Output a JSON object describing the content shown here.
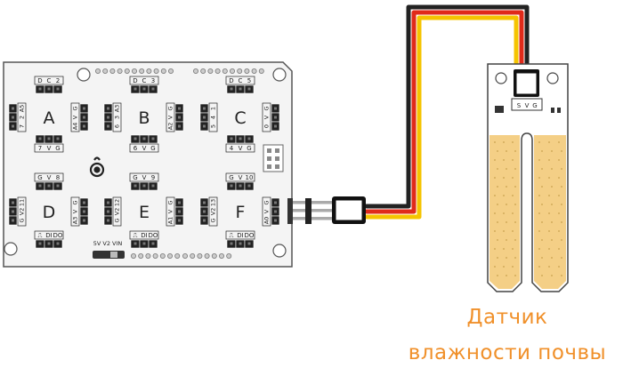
{
  "board": {
    "sections": [
      {
        "letter": "A",
        "top_header": [
          "D",
          "C",
          "2"
        ],
        "left_header": [
          "7",
          "2",
          "A5"
        ],
        "right_header": [
          "A4",
          "V",
          "G"
        ],
        "mid_header": [
          "7",
          "V",
          "G"
        ]
      },
      {
        "letter": "B",
        "top_header": [
          "D",
          "C",
          "3"
        ],
        "left_header": [
          "6",
          "3",
          "A3"
        ],
        "right_header": [
          "A2",
          "V",
          "G"
        ],
        "mid_header": [
          "6",
          "V",
          "G"
        ]
      },
      {
        "letter": "C",
        "top_header": [
          "D",
          "C",
          "5"
        ],
        "left_header": [
          "5",
          "4",
          "1"
        ],
        "right_header": [
          "0",
          "V",
          "G"
        ],
        "mid_header": [
          "4",
          "V",
          "G"
        ]
      },
      {
        "letter": "D",
        "top_header": [
          "G",
          "V",
          "8"
        ],
        "left_header": [
          "G",
          "V2",
          "11"
        ],
        "right_header": [
          "A3",
          "V",
          "G"
        ],
        "bottom_header": [
          "⎍",
          "DI",
          "DO"
        ]
      },
      {
        "letter": "E",
        "top_header": [
          "G",
          "V",
          "9"
        ],
        "left_header": [
          "G",
          "V2",
          "12"
        ],
        "right_header": [
          "A1",
          "V",
          "G"
        ],
        "bottom_header": [
          "⎍",
          "DI",
          "DO"
        ]
      },
      {
        "letter": "F",
        "top_header": [
          "G",
          "V",
          "10"
        ],
        "left_header": [
          "G",
          "V2",
          "13"
        ],
        "right_header": [
          "A0",
          "V",
          "G"
        ],
        "bottom_header": [
          "⎍",
          "DI",
          "DO"
        ]
      }
    ],
    "power_selector_label": "5V V2 VIN"
  },
  "sensor": {
    "pin_labels": [
      "S",
      "V",
      "G"
    ]
  },
  "caption": {
    "line1": "Датчик",
    "line2": "влажности почвы"
  },
  "colors": {
    "wire_black": "#222222",
    "wire_red": "#e02a1a",
    "wire_yellow": "#f5c400",
    "probe": "#f4cf86",
    "caption": "#f0902a"
  }
}
